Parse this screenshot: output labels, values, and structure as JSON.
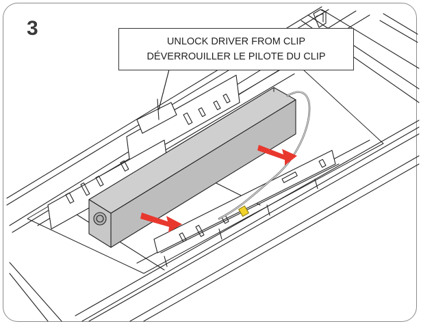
{
  "step": {
    "number": "3"
  },
  "callout": {
    "line_en": "UNLOCK DRIVER FROM CLIP",
    "line_fr": "DÉVERROUILLER LE PILOTE DU CLIP"
  },
  "colors": {
    "frame_border": "#8a8a8a",
    "arrow": "#e8382e",
    "driver_fill": "#c4c4c4",
    "connector": "#f2d22a",
    "line_art": "#222222"
  },
  "icons": [
    "red-arrow-icon",
    "red-arrow-icon"
  ]
}
